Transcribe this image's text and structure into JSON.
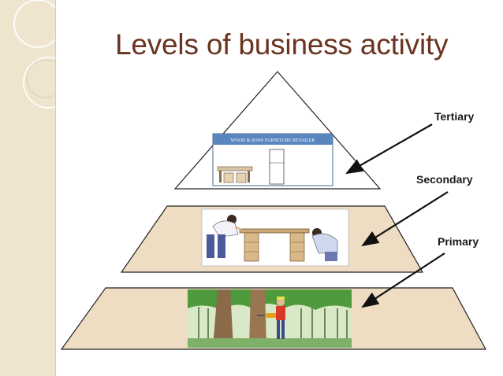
{
  "slide": {
    "title": "Levels of business activity"
  },
  "pyramid": {
    "levels": [
      {
        "label": "Tertiary",
        "scene": "furniture-retail-shop"
      },
      {
        "label": "Secondary",
        "scene": "workers-making-desk"
      },
      {
        "label": "Primary",
        "scene": "lumberjack-in-forest"
      }
    ]
  },
  "shop": {
    "sign": "WOOD & SONS FURNITURE RETAILER"
  },
  "colors": {
    "title": "#6a3420",
    "tier_fill": "#eedcc3",
    "tier_stroke": "#222222",
    "left_band": "#efe5cf",
    "arrow": "#111111"
  }
}
